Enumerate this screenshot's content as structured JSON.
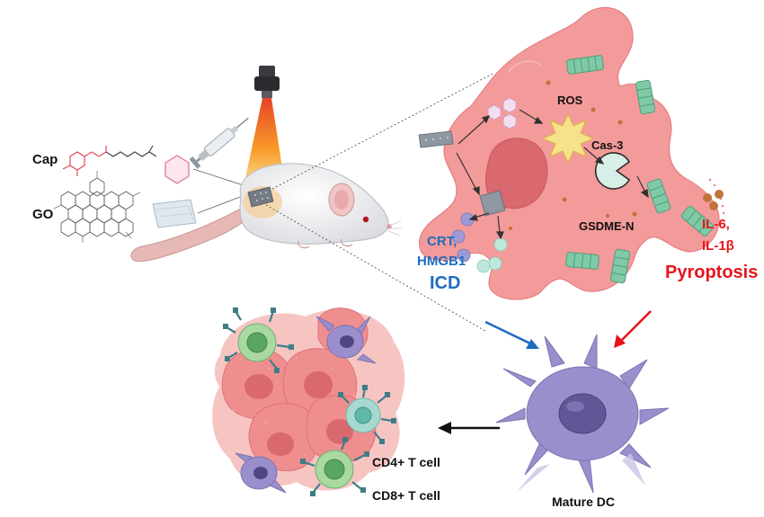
{
  "labels": {
    "cap": "Cap",
    "go": "GO",
    "ros": "ROS",
    "cas3": "Cas-3",
    "gsdme": "GSDME-N",
    "il6": "IL-6,",
    "il1b": "IL-1β",
    "pyroptosis": "Pyroptosis",
    "crt": "CRT,",
    "hmgb1": "HMGB1",
    "icd": "ICD",
    "cd4": "CD4+ T cell",
    "cd8": "CD8+ T cell",
    "mature_dc": "Mature DC"
  },
  "colors": {
    "tumor_cell": "#f39a9a",
    "nucleus": "#d9686f",
    "gsdme_pore": "#7fc9a6",
    "ros_star": "#f6e28a",
    "cas3": "#d7efe6",
    "dc": "#9a8fcc",
    "cd4": "#a6d9cf",
    "cd8": "#a9d8a0",
    "red_text": "#e8141b",
    "blue_text": "#1f6cc1",
    "cytokine": "#c0743a",
    "laser": "#f8a21b"
  }
}
